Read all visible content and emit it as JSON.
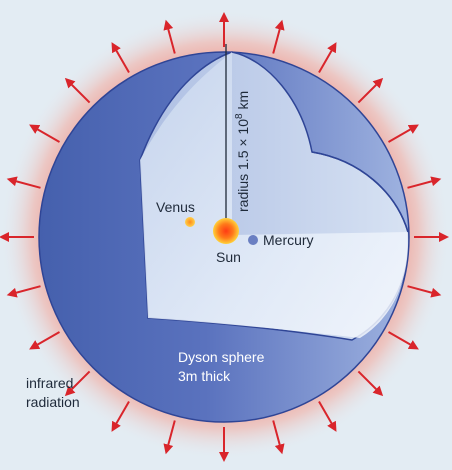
{
  "labels": {
    "venus": "Venus",
    "sun": "Sun",
    "mercury": "Mercury",
    "radius_prefix": "radius 1.5 × 10",
    "radius_exponent": "8",
    "radius_unit": " km",
    "sphere_line1": "Dyson sphere",
    "sphere_line2": "3m thick",
    "radiation_line1": "infrared",
    "radiation_line2": "radiation"
  },
  "colors": {
    "background": "#e3ecf3",
    "glow": "#f08a7e",
    "shell_outer": "#4f68b4",
    "shell_inner": "#cfdcef",
    "arrow": "#d9252b",
    "sun_core": "#ff5a1f",
    "sun_rim": "#ffd23a",
    "venus": "#f5a623",
    "mercury": "#6a7fc2",
    "outline": "#2f4596"
  },
  "arrows": {
    "count": 24
  }
}
